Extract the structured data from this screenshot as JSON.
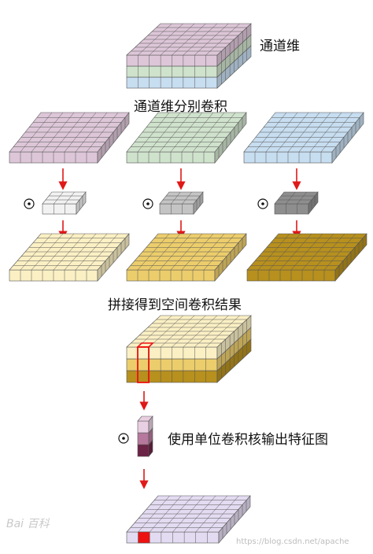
{
  "labels": {
    "channel_dim": "通道维",
    "separate_conv": "通道维分别卷积",
    "concat_result": "拼接得到空间卷积结果",
    "unit_kernel": "使用单位卷积核输出特征图"
  },
  "operator_symbol": "⊙",
  "watermarks": {
    "baidu": "Bai 百科",
    "url": "https://blog.csdn.net/apache"
  },
  "colors": {
    "channel_pink": "#ddc6d8",
    "channel_green": "#cfe2cc",
    "channel_blue": "#c7ddf0",
    "kernel_white": "#f2f2f2",
    "kernel_gray": "#c4c4c4",
    "kernel_dark": "#8e8e8e",
    "result_light": "#fbf0c4",
    "result_mid": "#eccd6c",
    "result_dark": "#b7901e",
    "unit_light": "#e9cfe2",
    "unit_mid": "#b6789c",
    "unit_dark": "#6b2346",
    "output_map": "#e3dbf1",
    "highlight_red": "#ee1111",
    "arrow_red": "#e01818",
    "grid_line": "#555555"
  },
  "structure": {
    "input_channels": 3,
    "feature_grid": "8x8",
    "kernel_grid": "3x3",
    "unit_kernel": "1x1x3"
  }
}
